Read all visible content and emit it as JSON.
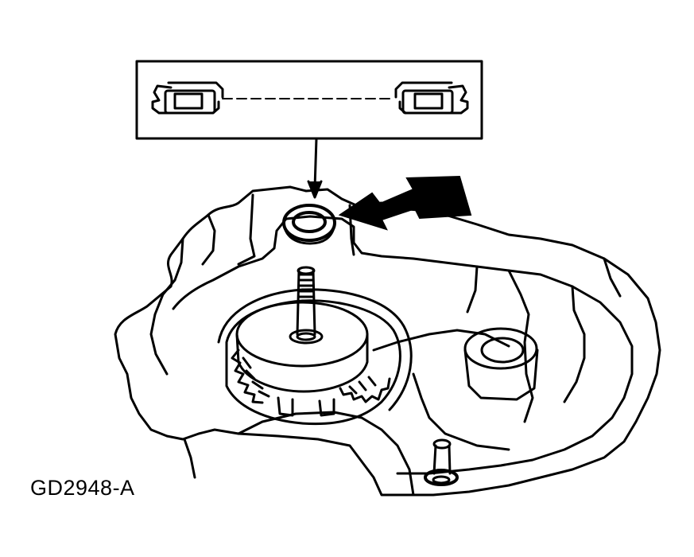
{
  "figure": {
    "code": "GD2948-A",
    "line_color": "#000000",
    "background": "#ffffff",
    "parts": [
      "bearing-detail-inset",
      "pointer-arrow",
      "direction-arrow",
      "bearing-bore",
      "shaft",
      "gear-assembly",
      "transmission-case",
      "case-boss",
      "vent-stud"
    ]
  }
}
